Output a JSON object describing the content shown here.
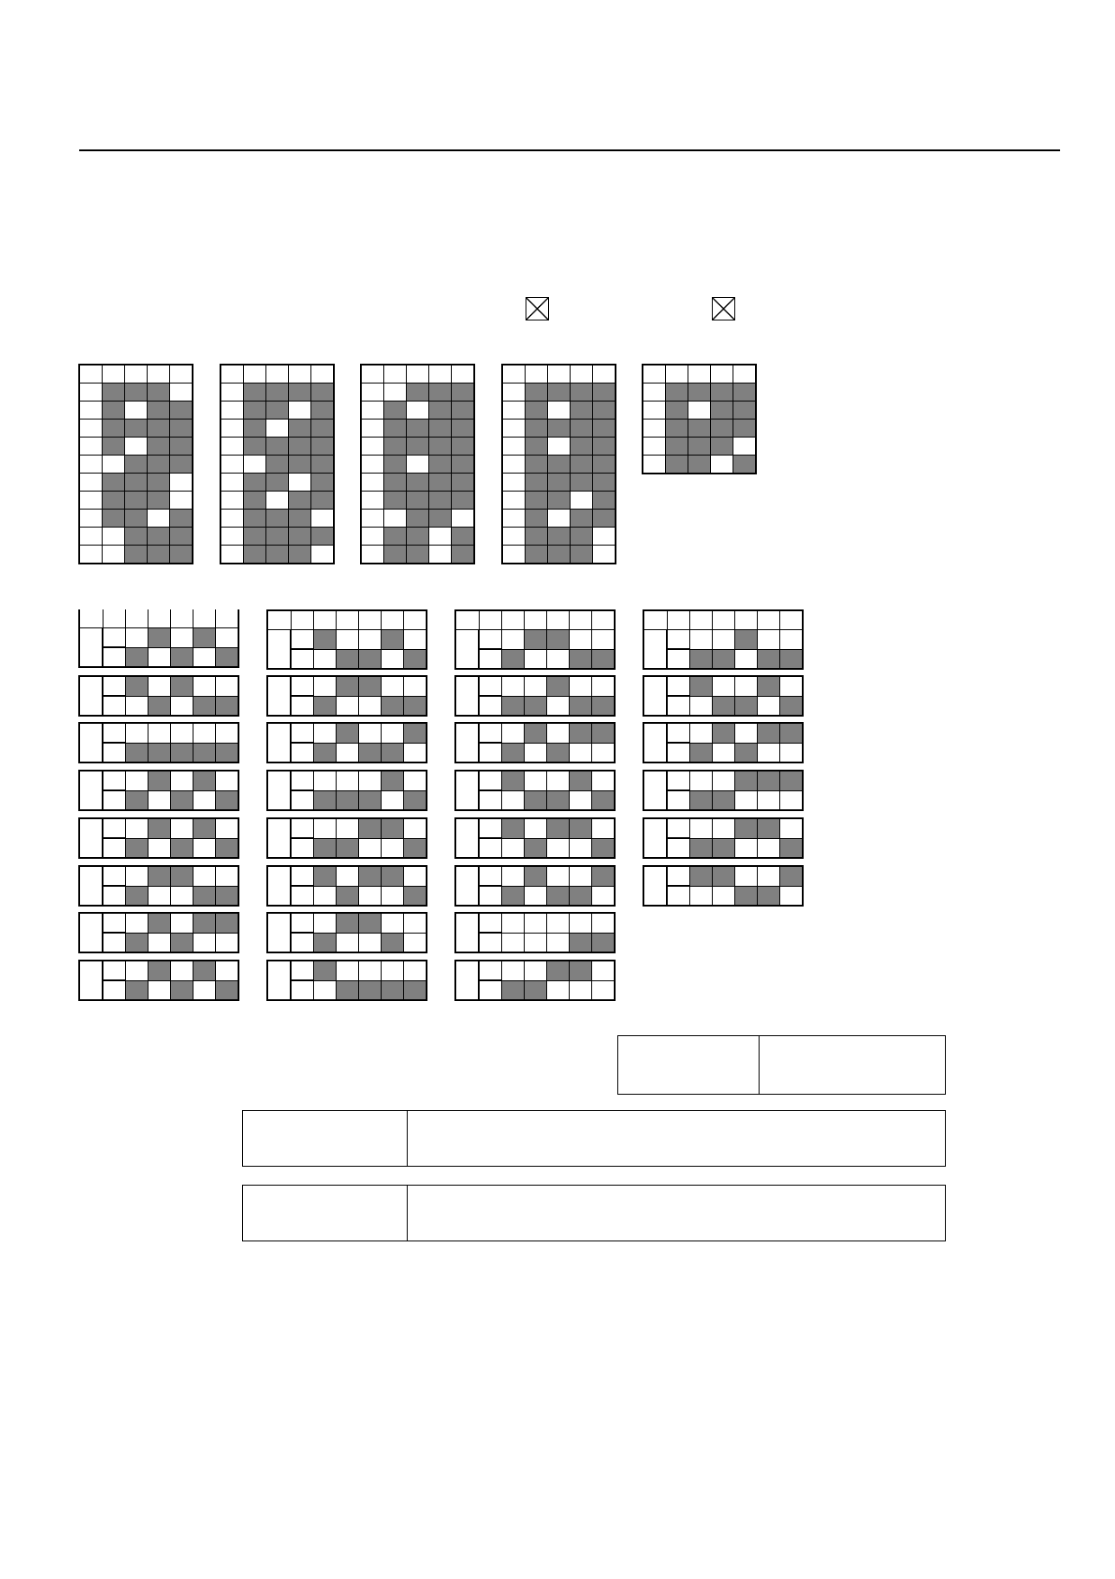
{
  "colors": {
    "ink": "#000000",
    "fill": "#808080",
    "paper": "#ffffff"
  },
  "icons": {
    "checkbox": "checkbox-crossed-icon"
  },
  "grids": [
    {
      "rows": [
        [
          0,
          0,
          0,
          0,
          0
        ],
        [
          0,
          1,
          1,
          1,
          0
        ],
        [
          0,
          1,
          0,
          1,
          1
        ],
        [
          0,
          1,
          1,
          1,
          1
        ],
        [
          0,
          1,
          0,
          1,
          1
        ],
        [
          0,
          0,
          1,
          1,
          1
        ],
        [
          0,
          1,
          1,
          1,
          0
        ],
        [
          0,
          1,
          1,
          1,
          0
        ],
        [
          0,
          1,
          1,
          0,
          1
        ],
        [
          0,
          0,
          1,
          1,
          1
        ],
        [
          0,
          0,
          1,
          1,
          1
        ]
      ]
    },
    {
      "rows": [
        [
          0,
          0,
          0,
          0,
          0
        ],
        [
          0,
          1,
          1,
          1,
          1
        ],
        [
          0,
          1,
          1,
          0,
          1
        ],
        [
          0,
          1,
          0,
          1,
          1
        ],
        [
          0,
          1,
          1,
          1,
          1
        ],
        [
          0,
          0,
          1,
          1,
          1
        ],
        [
          0,
          1,
          1,
          0,
          1
        ],
        [
          0,
          1,
          0,
          1,
          1
        ],
        [
          0,
          1,
          1,
          1,
          0
        ],
        [
          0,
          1,
          1,
          1,
          1
        ],
        [
          0,
          1,
          1,
          1,
          0
        ]
      ]
    },
    {
      "rows": [
        [
          0,
          0,
          0,
          0,
          0
        ],
        [
          0,
          0,
          1,
          1,
          1
        ],
        [
          0,
          1,
          0,
          1,
          1
        ],
        [
          0,
          1,
          1,
          1,
          1
        ],
        [
          0,
          1,
          1,
          1,
          1
        ],
        [
          0,
          1,
          0,
          1,
          1
        ],
        [
          0,
          1,
          1,
          1,
          1
        ],
        [
          0,
          1,
          1,
          1,
          1
        ],
        [
          0,
          0,
          1,
          1,
          0
        ],
        [
          0,
          1,
          1,
          0,
          1
        ],
        [
          0,
          1,
          1,
          0,
          1
        ]
      ]
    },
    {
      "rows": [
        [
          0,
          0,
          0,
          0,
          0
        ],
        [
          0,
          1,
          1,
          1,
          1
        ],
        [
          0,
          1,
          0,
          1,
          1
        ],
        [
          0,
          1,
          1,
          1,
          1
        ],
        [
          0,
          1,
          0,
          1,
          1
        ],
        [
          0,
          1,
          1,
          1,
          1
        ],
        [
          0,
          1,
          1,
          1,
          1
        ],
        [
          0,
          1,
          1,
          0,
          1
        ],
        [
          0,
          1,
          0,
          1,
          1
        ],
        [
          0,
          1,
          1,
          1,
          0
        ],
        [
          0,
          1,
          1,
          1,
          0
        ]
      ]
    },
    {
      "rows": [
        [
          0,
          0,
          0,
          0,
          0
        ],
        [
          0,
          1,
          1,
          1,
          1
        ],
        [
          0,
          1,
          0,
          1,
          1
        ],
        [
          0,
          1,
          1,
          1,
          1
        ],
        [
          0,
          1,
          1,
          1,
          0
        ],
        [
          0,
          1,
          1,
          0,
          1
        ]
      ]
    }
  ],
  "strips": [
    {
      "items": [
        {
          "top": [
            0,
            1,
            0,
            1,
            0
          ],
          "bottom": [
            1,
            0,
            1,
            0,
            1
          ]
        },
        {
          "top": [
            1,
            0,
            1,
            0,
            0
          ],
          "bottom": [
            0,
            1,
            0,
            1,
            1
          ]
        },
        {
          "top": [
            0,
            0,
            0,
            0,
            0
          ],
          "bottom": [
            1,
            1,
            1,
            1,
            1
          ]
        },
        {
          "top": [
            0,
            1,
            0,
            1,
            0
          ],
          "bottom": [
            1,
            0,
            1,
            0,
            1
          ]
        },
        {
          "top": [
            0,
            1,
            0,
            1,
            0
          ],
          "bottom": [
            1,
            0,
            1,
            0,
            1
          ]
        },
        {
          "top": [
            0,
            1,
            1,
            0,
            0
          ],
          "bottom": [
            1,
            0,
            0,
            1,
            1
          ]
        },
        {
          "top": [
            0,
            1,
            0,
            1,
            1
          ],
          "bottom": [
            1,
            0,
            1,
            0,
            0
          ]
        },
        {
          "top": [
            0,
            1,
            0,
            1,
            0
          ],
          "bottom": [
            1,
            0,
            1,
            0,
            1
          ]
        }
      ]
    },
    {
      "items": [
        {
          "top": [
            1,
            0,
            0,
            1,
            0
          ],
          "bottom": [
            0,
            1,
            1,
            0,
            1
          ]
        },
        {
          "top": [
            0,
            1,
            1,
            0,
            0
          ],
          "bottom": [
            1,
            0,
            0,
            1,
            1
          ]
        },
        {
          "top": [
            0,
            1,
            0,
            0,
            1
          ],
          "bottom": [
            1,
            0,
            1,
            1,
            0
          ]
        },
        {
          "top": [
            0,
            0,
            0,
            1,
            0
          ],
          "bottom": [
            1,
            1,
            1,
            0,
            1
          ]
        },
        {
          "top": [
            0,
            0,
            1,
            1,
            0
          ],
          "bottom": [
            1,
            1,
            0,
            0,
            1
          ]
        },
        {
          "top": [
            1,
            0,
            1,
            1,
            0
          ],
          "bottom": [
            0,
            1,
            0,
            0,
            1
          ]
        },
        {
          "top": [
            0,
            1,
            1,
            0,
            0
          ],
          "bottom": [
            1,
            0,
            0,
            1,
            0
          ]
        },
        {
          "top": [
            1,
            0,
            0,
            0,
            0
          ],
          "bottom": [
            0,
            1,
            1,
            1,
            1
          ]
        }
      ]
    },
    {
      "items": [
        {
          "top": [
            0,
            1,
            1,
            0,
            0
          ],
          "bottom": [
            1,
            0,
            0,
            1,
            1
          ]
        },
        {
          "top": [
            0,
            0,
            1,
            0,
            0
          ],
          "bottom": [
            1,
            1,
            0,
            1,
            1
          ]
        },
        {
          "top": [
            0,
            1,
            0,
            1,
            1
          ],
          "bottom": [
            1,
            0,
            1,
            0,
            0
          ]
        },
        {
          "top": [
            1,
            0,
            0,
            1,
            0
          ],
          "bottom": [
            0,
            1,
            1,
            0,
            1
          ]
        },
        {
          "top": [
            1,
            0,
            1,
            1,
            0
          ],
          "bottom": [
            0,
            1,
            0,
            0,
            1
          ]
        },
        {
          "top": [
            0,
            1,
            0,
            0,
            1
          ],
          "bottom": [
            1,
            0,
            1,
            1,
            0
          ]
        },
        {
          "top": [
            0,
            0,
            0,
            0,
            0
          ],
          "bottom": [
            0,
            0,
            0,
            1,
            1
          ]
        },
        {
          "top": [
            0,
            0,
            1,
            1,
            0
          ],
          "bottom": [
            1,
            1,
            0,
            0,
            0
          ]
        }
      ]
    },
    {
      "items": [
        {
          "top": [
            0,
            0,
            1,
            0,
            0
          ],
          "bottom": [
            1,
            1,
            0,
            1,
            1
          ]
        },
        {
          "top": [
            1,
            0,
            0,
            1,
            0
          ],
          "bottom": [
            0,
            1,
            1,
            0,
            1
          ]
        },
        {
          "top": [
            0,
            1,
            0,
            1,
            1
          ],
          "bottom": [
            1,
            0,
            1,
            0,
            0
          ]
        },
        {
          "top": [
            0,
            0,
            1,
            1,
            1
          ],
          "bottom": [
            1,
            1,
            0,
            0,
            0
          ]
        },
        {
          "top": [
            0,
            0,
            1,
            1,
            0
          ],
          "bottom": [
            1,
            1,
            0,
            0,
            1
          ]
        },
        {
          "top": [
            1,
            1,
            0,
            0,
            1
          ],
          "bottom": [
            0,
            0,
            1,
            1,
            0
          ]
        }
      ]
    }
  ],
  "answer_boxes": {
    "top": {
      "cells": 2
    },
    "rows": [
      {
        "cells": 2
      },
      {
        "cells": 2
      }
    ]
  }
}
